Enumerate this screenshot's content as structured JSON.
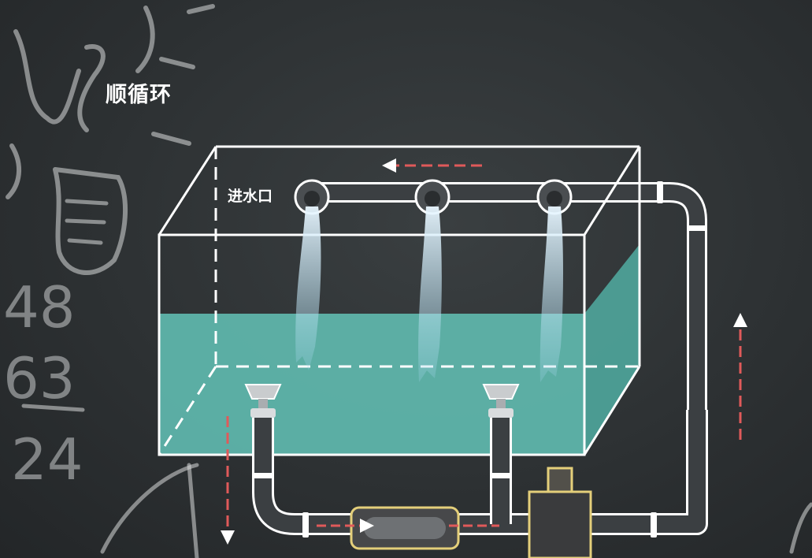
{
  "diagram": {
    "title": "顺循环",
    "inlet_label": "进水口",
    "chalk_numbers": [
      "48",
      "63",
      "24"
    ]
  },
  "colors": {
    "background": "#2d3133",
    "water": "#5fb8ae",
    "pipe": "#3b3f42",
    "pipe_outline": "#ffffff",
    "flow_arrow": "#e05a5a",
    "filter_outline": "#e4cf7a"
  },
  "icons": [
    "valve-icon",
    "pump-icon",
    "filter-icon",
    "flow-arrow-icon",
    "water-jet-icon"
  ]
}
